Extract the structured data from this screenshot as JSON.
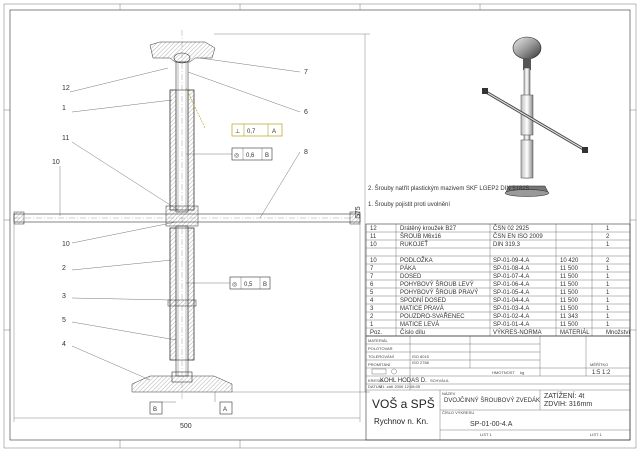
{
  "drawing": {
    "balloons": [
      "12",
      "1",
      "11",
      "10",
      "2",
      "3",
      "5",
      "4",
      "7",
      "6",
      "8"
    ],
    "dims": {
      "height": "575",
      "width": "500"
    },
    "datum_labels": {
      "a": "A",
      "b": "B"
    },
    "tolerances": [
      {
        "symbol": "⊥",
        "value": "0,7",
        "datum": "A"
      },
      {
        "symbol": "◎",
        "value": "0,6",
        "datum": "B"
      },
      {
        "symbol": "◎",
        "value": "0,5",
        "datum": "B"
      }
    ]
  },
  "notes": [
    "2. Šrouby natřít plastickým mazivem SKF LGEP2 DIN 51825",
    "1. Šrouby pojistit proti uvolnění"
  ],
  "parts_list": {
    "rows": [
      {
        "pos": "12",
        "name": "Drátěný kroužek B27",
        "norm": "ČSN 02 2925",
        "material": "",
        "qty": "1"
      },
      {
        "pos": "11",
        "name": "ŠROUB M6x16",
        "norm": "ČSN EN ISO 2009",
        "material": "",
        "qty": "2"
      },
      {
        "pos": "10",
        "name": "RUKOJEŤ",
        "norm": "DIN 319.3",
        "material": "",
        "qty": "1"
      },
      {
        "pos": "",
        "name": "",
        "norm": "",
        "material": "",
        "qty": ""
      },
      {
        "pos": "10",
        "name": "PODLOŽKA",
        "norm": "SP-01-09-4.A",
        "material": "10 420",
        "qty": "2"
      },
      {
        "pos": "7",
        "name": "PÁKA",
        "norm": "SP-01-08-4.A",
        "material": "11 500",
        "qty": "1"
      },
      {
        "pos": "7",
        "name": "DOSED",
        "norm": "SP-01-07-4.A",
        "material": "11 500",
        "qty": "1"
      },
      {
        "pos": "6",
        "name": "POHYBOVÝ ŠROUB LEVÝ",
        "norm": "SP-01-06-4.A",
        "material": "11 500",
        "qty": "1"
      },
      {
        "pos": "5",
        "name": "POHYBOVÝ ŠROUB PRAVÝ",
        "norm": "SP-01-05-4.A",
        "material": "11 500",
        "qty": "1"
      },
      {
        "pos": "4",
        "name": "SPODNÍ DOSED",
        "norm": "SP-01-04-4.A",
        "material": "11 500",
        "qty": "1"
      },
      {
        "pos": "3",
        "name": "MATICE PRAVÁ",
        "norm": "SP-01-03-4.A",
        "material": "11 500",
        "qty": "1"
      },
      {
        "pos": "2",
        "name": "POUZDRO-SVAŘENEC",
        "norm": "SP-01-02-4.A",
        "material": "11 343",
        "qty": "1"
      },
      {
        "pos": "1",
        "name": "MATICE LEVÁ",
        "norm": "SP-01-01-4.A",
        "material": "11 500",
        "qty": "1"
      }
    ],
    "header": {
      "pos": "Poz.",
      "name": "Číslo dílu",
      "norm": "VÝKRES-NORMA",
      "material": "MATERIÁL",
      "qty": "Množství"
    }
  },
  "title_block": {
    "labels": [
      "MATERIÁL",
      "POLOTOVAR",
      "TOLEROVÁNÍ",
      "PROMÍTÁNÍ",
      "KRESLIL",
      "SCHVÁLIL",
      "DATUM",
      "NÁZEV"
    ],
    "tolerance_values": [
      "ISO 8015",
      "ISO 2768"
    ],
    "mass_label": "HMOTNOST",
    "mass_unit": "kg",
    "scale_label": "MĚŘÍTKO",
    "scale": "1:5 1:2",
    "author": "KOHL HODAS D.",
    "date": "21. září 2006 12:08:05",
    "title": "DVOJČINNÝ ŠROUBOVÝ ZVEDÁK",
    "load": "ZATÍŽENÍ: 4t",
    "lift": "ZDVIH: 316mm",
    "school": "VOŠ a SPŠ",
    "city": "Rychnov n. Kn.",
    "drawing_no_label": "ČÍSLO VÝKRESU",
    "drawing_no": "SP-01-00-4.A",
    "sheet_label": "LIST 1",
    "sheet_of": "LIST 1"
  }
}
